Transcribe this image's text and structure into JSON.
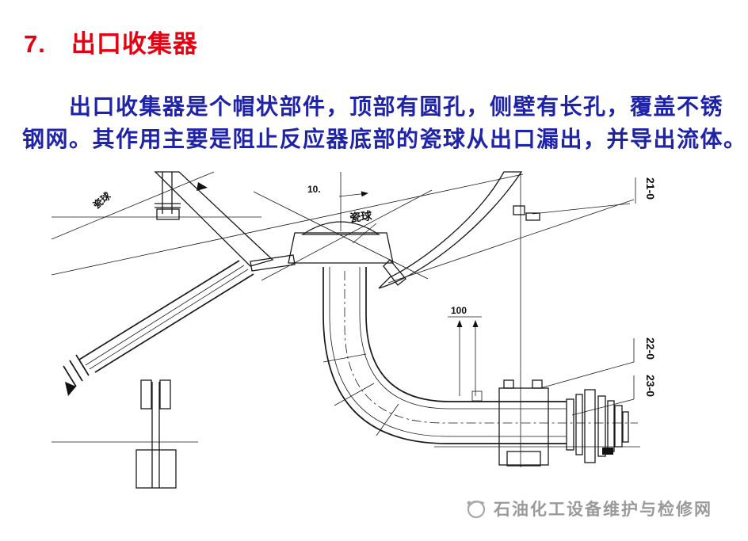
{
  "slide": {
    "title": "7.　出口收集器",
    "body": {
      "line1": "　　出口收集器是个帽状部件，顶部有圆孔，侧壁有长孔，覆盖不锈",
      "line2": "钢网。其作用主要是阻止反应器底部的瓷球从出口漏出，并导出流体。"
    },
    "colors": {
      "title_red": "#e60012",
      "body_blue": "#1f23a8",
      "drawing_ink": "#1a1a1a",
      "footer_gray": "#9a9a9a"
    }
  },
  "diagram": {
    "labels": {
      "part_21": "21-0",
      "part_22": "22-0",
      "part_23": "23-0",
      "dim_100": "100",
      "ceramic_balls": "瓷球",
      "left_note": "瓷球",
      "note_10": "10."
    }
  },
  "footer": {
    "watermark": "石油化工设备维护与检修网"
  }
}
